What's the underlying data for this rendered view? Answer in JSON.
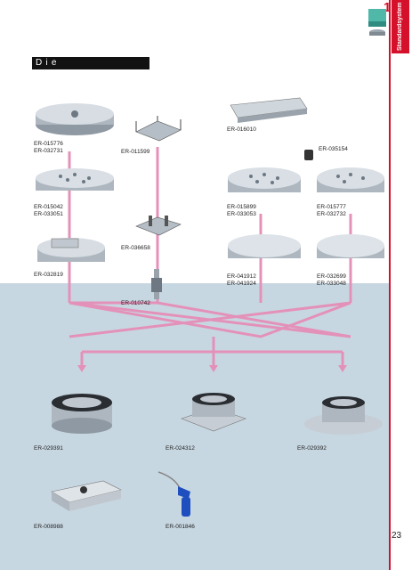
{
  "header": {
    "section_number": "1",
    "section_label": "Standardsystem",
    "title": "Die Komponenten"
  },
  "components": [
    {
      "id": "c1",
      "label": "ER-015776\nER-032731"
    },
    {
      "id": "c2",
      "label": "ER-011599"
    },
    {
      "id": "c3",
      "label": "ER-016010"
    },
    {
      "id": "c4",
      "label": "ER-035154"
    },
    {
      "id": "c5",
      "label": "ER-015042\nER-033051"
    },
    {
      "id": "c6",
      "label": "ER-015899\nER-033053"
    },
    {
      "id": "c7",
      "label": "ER-015777\nER-032732"
    },
    {
      "id": "c8",
      "label": "ER-036658"
    },
    {
      "id": "c9",
      "label": "ER-032819"
    },
    {
      "id": "c10",
      "label": "ER-041912\nER-041924"
    },
    {
      "id": "c11",
      "label": "ER-032699\nER-033048"
    },
    {
      "id": "c12",
      "label": "ER-010742"
    },
    {
      "id": "c13",
      "label": "ER-029391"
    },
    {
      "id": "c14",
      "label": "ER-024312"
    },
    {
      "id": "c15",
      "label": "ER-029392"
    },
    {
      "id": "c16",
      "label": "ER-008988"
    },
    {
      "id": "c17",
      "label": "ER-001846"
    }
  ],
  "page_number": "23",
  "colors": {
    "accent": "#d5102a",
    "connector": "#e491b9",
    "lower_background": "#c7d7e2"
  }
}
